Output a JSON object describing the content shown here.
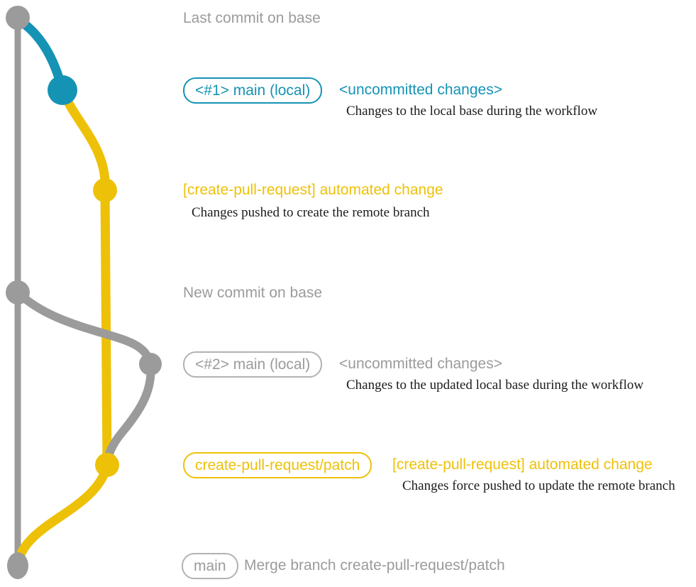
{
  "colors": {
    "base_gray": "#9b9b9b",
    "local_blue": "#1593b5",
    "remote_yellow": "#eec109",
    "note_black": "#1c1c1c"
  },
  "graph": {
    "branches": [
      {
        "name": "base",
        "color": "#9b9b9b"
      },
      {
        "name": "main (local)",
        "color": "#1593b5"
      },
      {
        "name": "create-pull-request/patch",
        "color": "#eec109"
      }
    ],
    "commits": [
      {
        "name": "last-commit-on-base",
        "branch": "base"
      },
      {
        "name": "uncommitted-changes-1",
        "branch": "main (local)"
      },
      {
        "name": "automated-change-1",
        "branch": "create-pull-request/patch"
      },
      {
        "name": "new-commit-on-base",
        "branch": "base"
      },
      {
        "name": "uncommitted-changes-2",
        "branch": "main (local)"
      },
      {
        "name": "automated-change-2",
        "branch": "create-pull-request/patch"
      },
      {
        "name": "merge-commit",
        "branch": "base"
      }
    ]
  },
  "annotations": {
    "row1": {
      "label": "Last commit on base"
    },
    "row2": {
      "badge": "<#1> main (local)",
      "tag": "<uncommitted changes>",
      "note": "Changes to the local base during the workflow"
    },
    "row3": {
      "tag": "[create-pull-request] automated change",
      "note": "Changes pushed to create the remote branch"
    },
    "row4": {
      "label": "New commit on base"
    },
    "row5": {
      "badge": "<#2> main (local)",
      "tag": "<uncommitted changes>",
      "note": "Changes to the updated local base during the workflow"
    },
    "row6": {
      "badge": "create-pull-request/patch",
      "tag": "[create-pull-request] automated change",
      "note": "Changes force pushed to update the remote branch"
    },
    "row7": {
      "badge": "main",
      "label": "Merge branch create-pull-request/patch"
    }
  }
}
